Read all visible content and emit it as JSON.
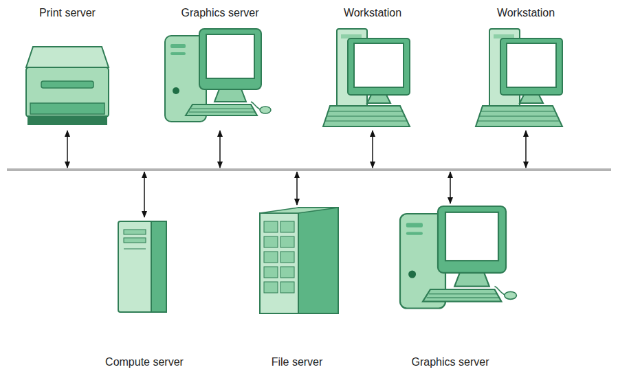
{
  "diagram": {
    "nodes": [
      {
        "text": [
          "Print server"
        ]
      },
      {
        "text": [
          "Graphics server"
        ]
      },
      {
        "text": [
          "Workstation"
        ]
      },
      {
        "text": [
          "Workstation"
        ]
      },
      {
        "text": [
          "Compute server"
        ]
      },
      {
        "text": [
          "File server"
        ]
      },
      {
        "text": [
          "Graphics server"
        ]
      }
    ]
  }
}
